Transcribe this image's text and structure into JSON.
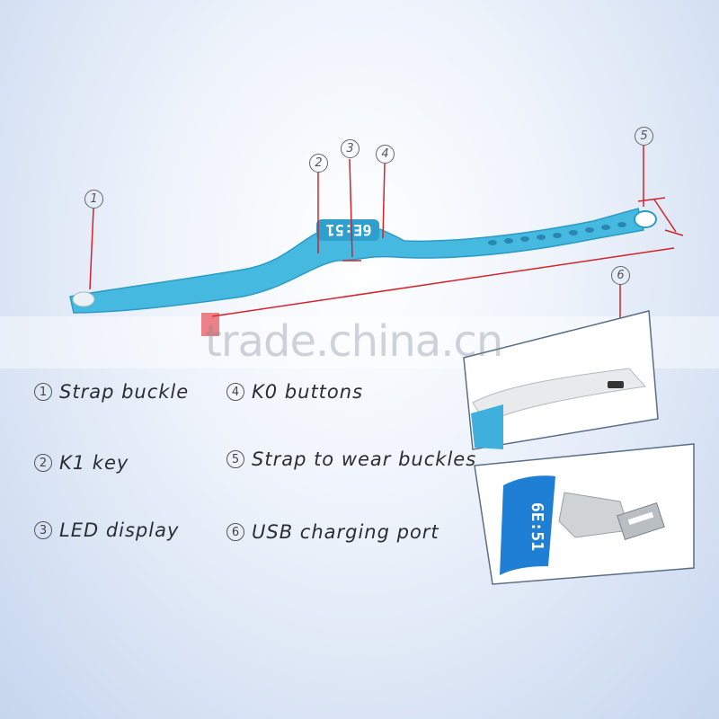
{
  "watermark": "trade.china.cn",
  "led_text": "6E:51",
  "callouts": [
    "1",
    "2",
    "3",
    "4",
    "5",
    "6"
  ],
  "legend": [
    {
      "num": "1",
      "label": "Strap buckle"
    },
    {
      "num": "2",
      "label": "K1 key"
    },
    {
      "num": "3",
      "label": "LED display"
    },
    {
      "num": "4",
      "label": "K0 buttons"
    },
    {
      "num": "5",
      "label": "Strap to wear buckles"
    },
    {
      "num": "6",
      "label": "USB charging port"
    }
  ],
  "usb_display_text": "6E:51",
  "colors": {
    "strap": "#45b9e0",
    "strap_dark": "#2a9bc7",
    "leader_line": "#d4232b",
    "legend_text": "#2a2d33"
  },
  "icons": [
    "usb-plug-icon",
    "usb-port-icon"
  ]
}
